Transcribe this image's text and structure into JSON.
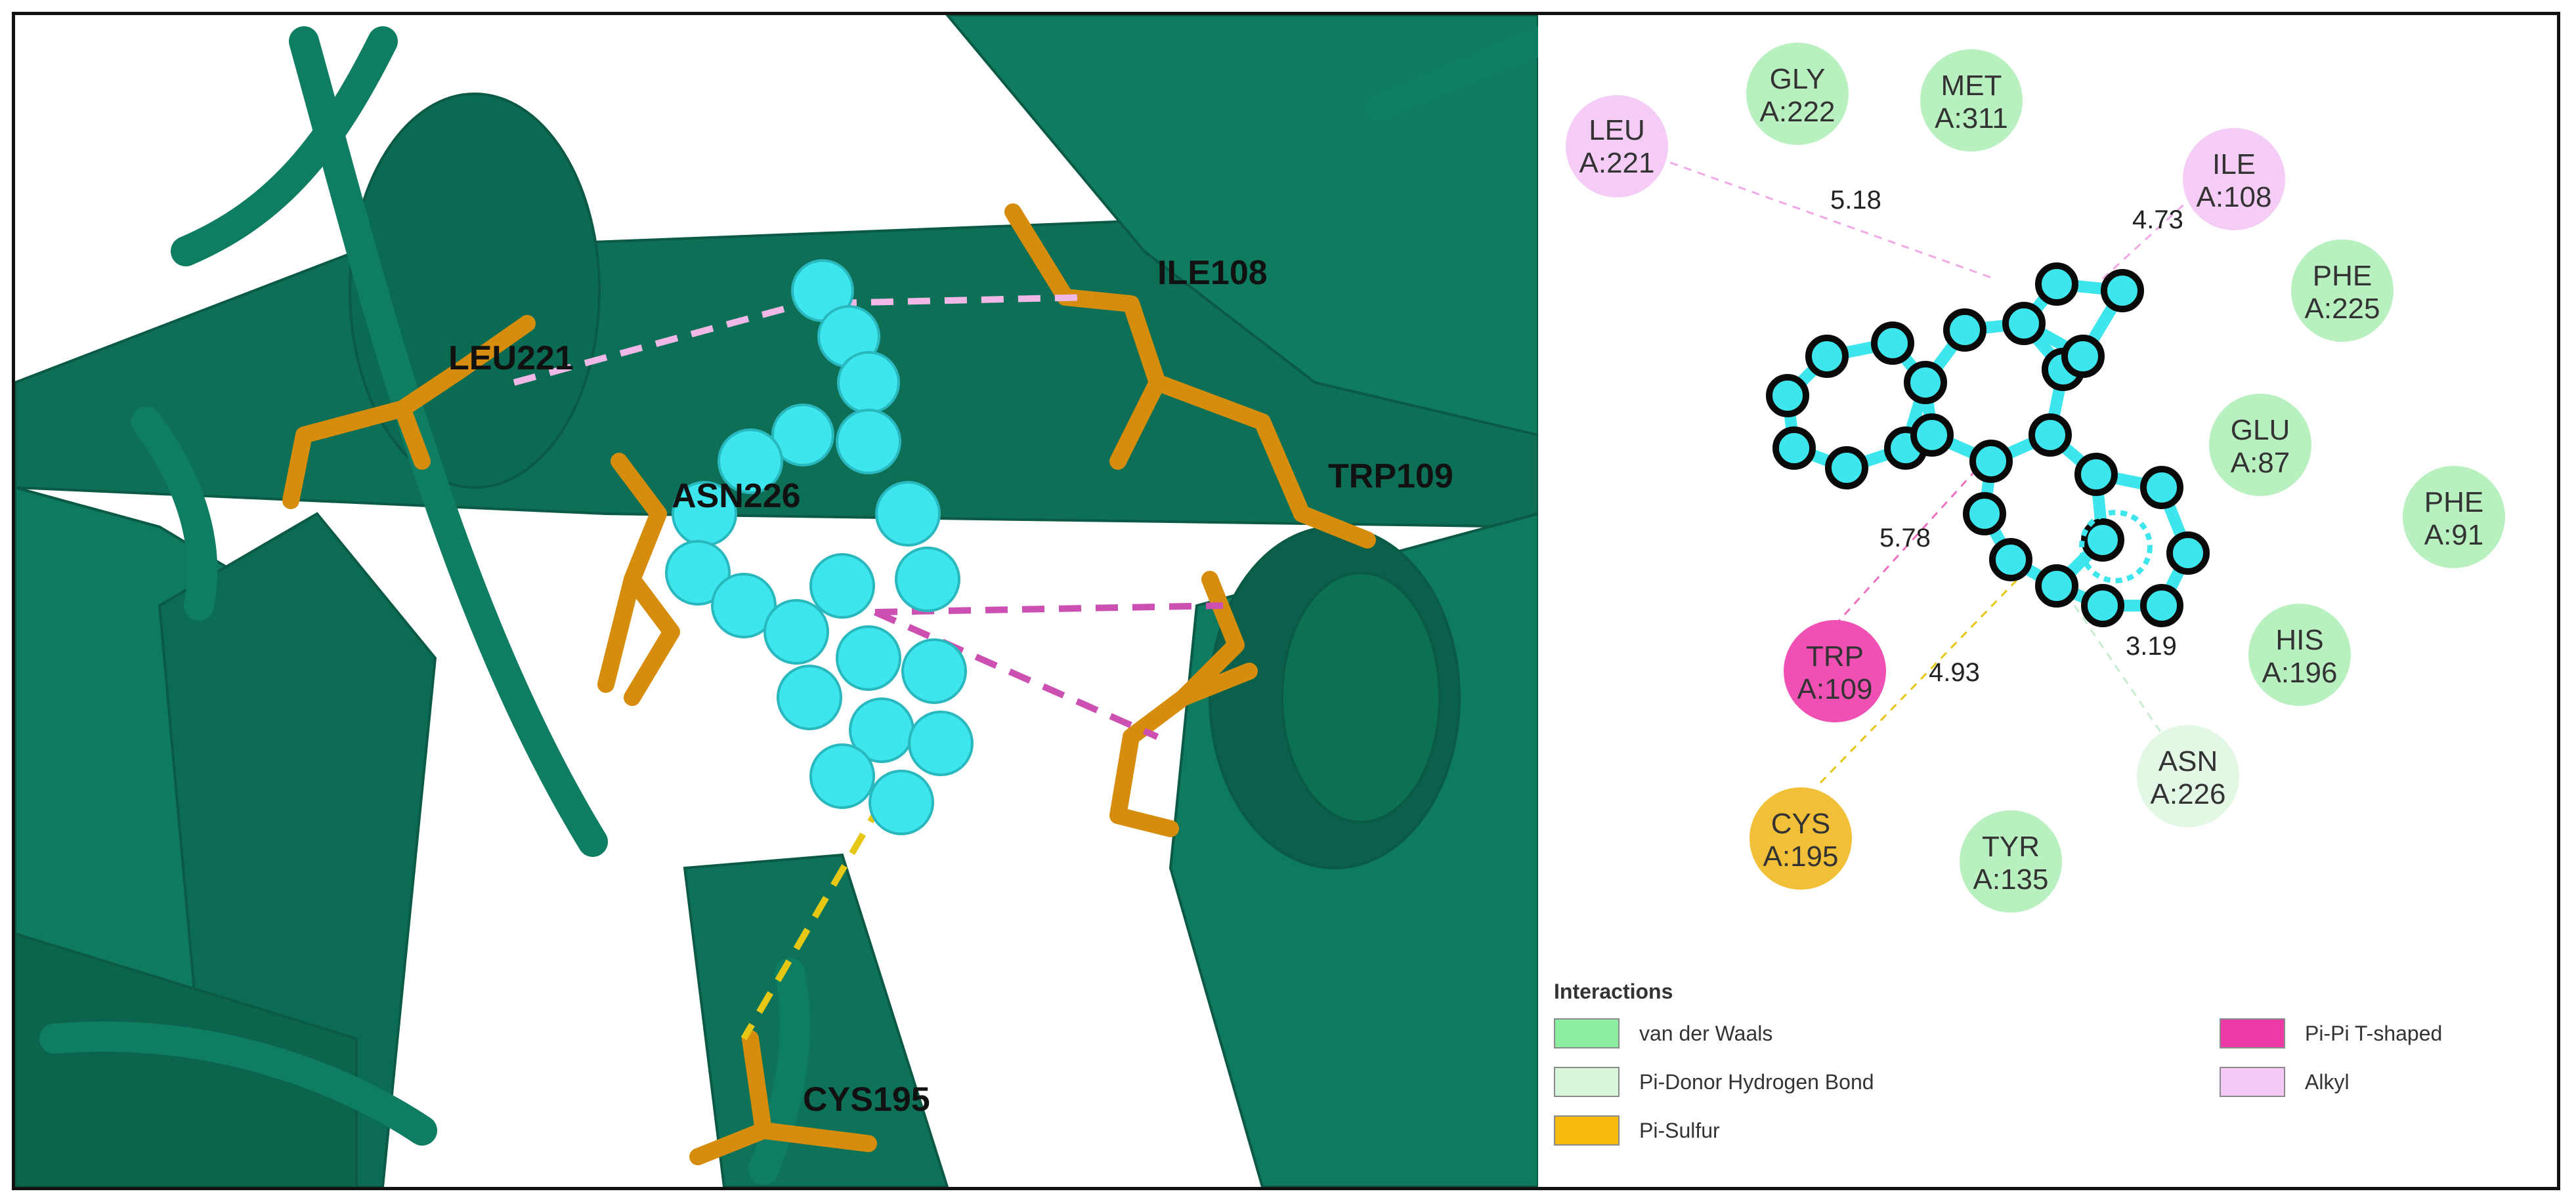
{
  "left_panel": {
    "residue_labels": [
      {
        "id": "leu221",
        "text": "LEU221"
      },
      {
        "id": "ile108",
        "text": "ILE108"
      },
      {
        "id": "asn226",
        "text": "ASN226"
      },
      {
        "id": "trp109",
        "text": "TRP109"
      },
      {
        "id": "cys195",
        "text": "CYS195"
      }
    ],
    "colors": {
      "protein": "#0e7a5e",
      "residues": "#d68c0c",
      "ligand": "#3ce6ec",
      "alkyl_dash": "#f0b8e6",
      "pipi_dash": "#cc4fb2",
      "sulfur_dash": "#e6c814"
    }
  },
  "right_panel": {
    "residues": [
      {
        "id": "leu221",
        "name": "LEU",
        "chain": "A:221",
        "type": "alkyl"
      },
      {
        "id": "gly222",
        "name": "GLY",
        "chain": "A:222",
        "type": "vdw"
      },
      {
        "id": "met311",
        "name": "MET",
        "chain": "A:311",
        "type": "vdw"
      },
      {
        "id": "ile108",
        "name": "ILE",
        "chain": "A:108",
        "type": "alkyl"
      },
      {
        "id": "phe225",
        "name": "PHE",
        "chain": "A:225",
        "type": "vdw"
      },
      {
        "id": "glu87",
        "name": "GLU",
        "chain": "A:87",
        "type": "vdw"
      },
      {
        "id": "phe91",
        "name": "PHE",
        "chain": "A:91",
        "type": "vdw"
      },
      {
        "id": "his196",
        "name": "HIS",
        "chain": "A:196",
        "type": "vdw"
      },
      {
        "id": "asn226",
        "name": "ASN",
        "chain": "A:226",
        "type": "pidonor"
      },
      {
        "id": "tyr135",
        "name": "TYR",
        "chain": "A:135",
        "type": "vdw"
      },
      {
        "id": "cys195",
        "name": "CYS",
        "chain": "A:195",
        "type": "pisulfur"
      },
      {
        "id": "trp109",
        "name": "TRP",
        "chain": "A:109",
        "type": "pipi"
      }
    ],
    "distances": [
      {
        "id": "leu221",
        "text": "5.18"
      },
      {
        "id": "ile108",
        "text": "4.73"
      },
      {
        "id": "trp109",
        "text": "5.78"
      },
      {
        "id": "cys195",
        "text": "4.93"
      },
      {
        "id": "asn226",
        "text": "3.19"
      }
    ],
    "type_colors": {
      "vdw": "#b8f0c0",
      "pidonor": "#e2f7e4",
      "pisulfur": "#f2c038",
      "pipi": "#f050b4",
      "alkyl": "#f5ccf5"
    },
    "legend": {
      "title": "Interactions",
      "items": [
        {
          "id": "vdw",
          "label": "van der Waals",
          "color": "#8ceea0"
        },
        {
          "id": "pidonor",
          "label": "Pi-Donor Hydrogen Bond",
          "color": "#d8f6dc"
        },
        {
          "id": "pisulfur",
          "label": "Pi-Sulfur",
          "color": "#f8bc10"
        },
        {
          "id": "pipi",
          "label": "Pi-Pi T-shaped",
          "color": "#ee3aa6"
        },
        {
          "id": "alkyl",
          "label": "Alkyl",
          "color": "#f6c8f6"
        }
      ]
    }
  }
}
